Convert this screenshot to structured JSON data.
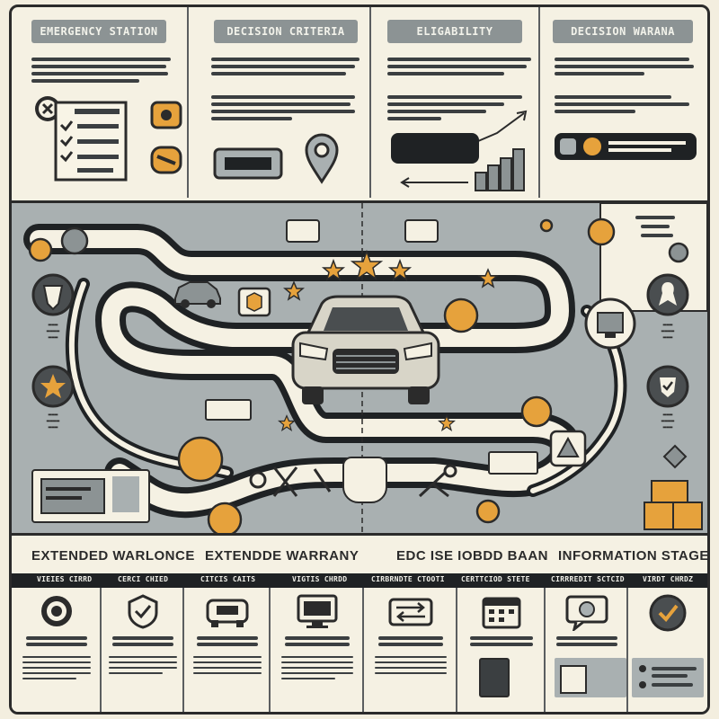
{
  "header": {
    "columns": [
      {
        "label": "EMERGENCY STATION"
      },
      {
        "label": "DECISION CRITERIA"
      },
      {
        "label": "ELIGABILITY"
      },
      {
        "label": "DECISION WARANA"
      }
    ]
  },
  "bottom": {
    "headings": [
      "EXTENDED WARLONCE",
      "EXTENDDE WARRANY",
      "EDC ISE IOBDD BAAN",
      "INFORMATION STAGES"
    ],
    "subheadings": [
      "VIEIES CIRRD",
      "CERCI CHIED",
      "CITCIS CAITS",
      "VIGTIS CHRDD",
      "CIRBRNDTE CTOOTI",
      "CERTTCIOD STETE",
      "CIRRREDIT SCTCID",
      "VIRDT CHRDZ"
    ]
  },
  "colors": {
    "paper": "#f5f1e3",
    "road": "#1f2224",
    "panel": "#a9b0b1",
    "accent": "#e6a23c",
    "chip": "#8c9394"
  },
  "icons": [
    "close-icon",
    "checklist-icon",
    "map-pin-icon",
    "shield-icon",
    "star-icon",
    "car-icon",
    "tools-icon",
    "check-icon",
    "bar-chart-icon",
    "monitor-icon",
    "document-icon"
  ]
}
